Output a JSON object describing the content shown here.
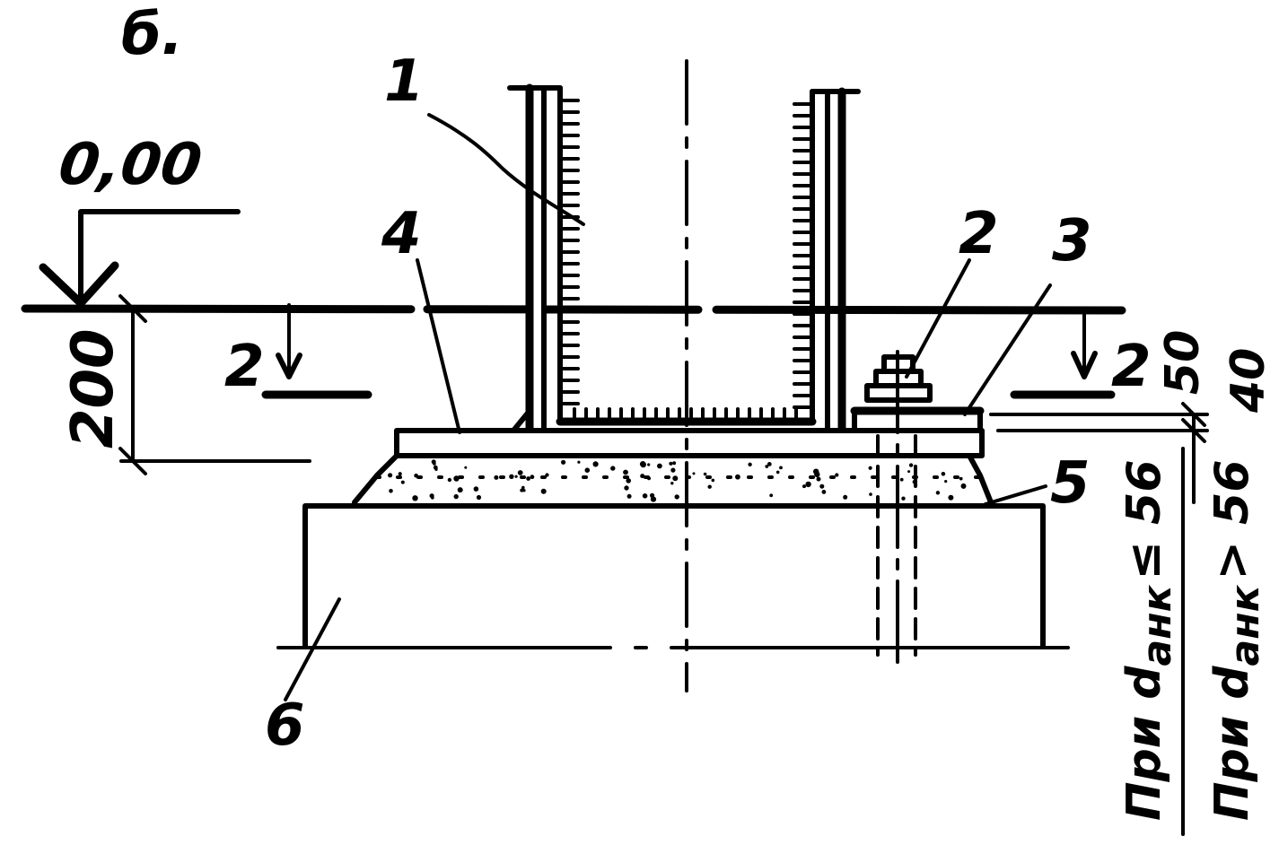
{
  "figure": {
    "sheet_letter": "б.",
    "level_mark": "0,00",
    "dimension_200": "200",
    "section_mark_left": "2",
    "section_mark_right": "2",
    "dimension_50": "50",
    "dimension_40": "40",
    "callouts": {
      "c1": "1",
      "c2": "2",
      "c3": "3",
      "c4": "4",
      "c5": "5",
      "c6": "6"
    },
    "condition_1": "При d анк ≤ 56",
    "condition_2": "При d анк > 56",
    "condition_1_parts": {
      "prefix": "При d",
      "sub": "анк",
      "suffix": "≤ 56"
    },
    "condition_2_parts": {
      "prefix": "При d",
      "sub": "анк",
      "suffix": "> 56"
    }
  }
}
